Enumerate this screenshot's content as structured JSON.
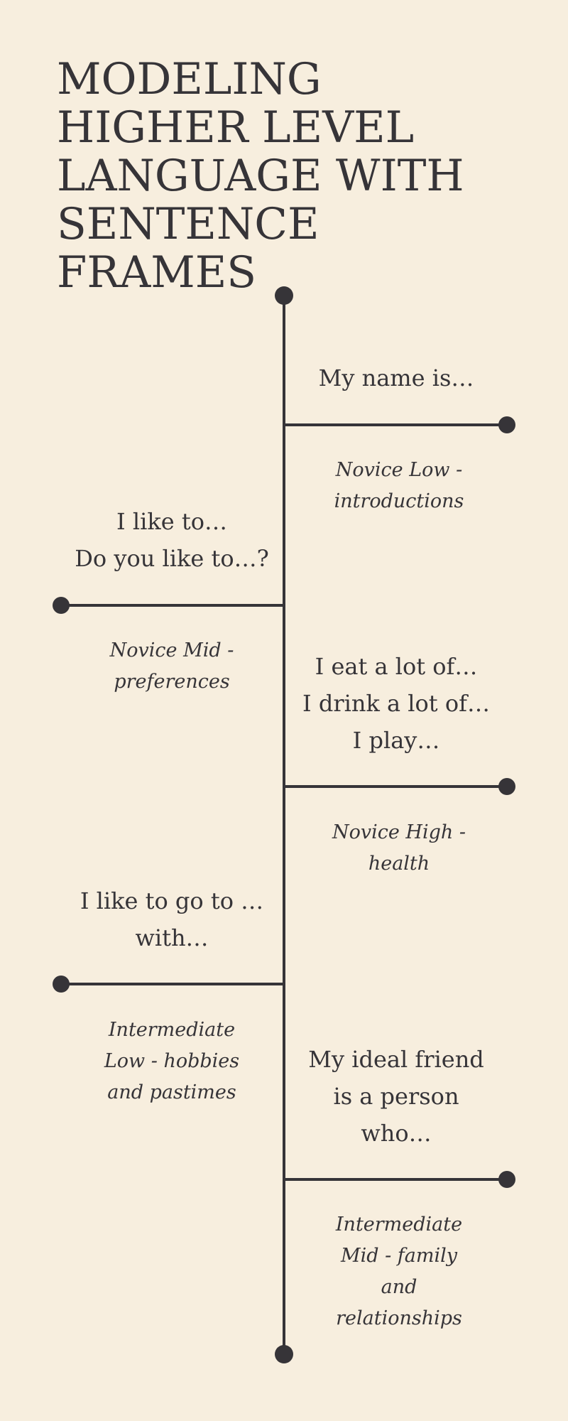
{
  "title": {
    "lines": [
      "MODELING",
      "HIGHER LEVEL",
      "LANGUAGE WITH",
      "SENTENCE",
      "FRAMES"
    ]
  },
  "items": [
    {
      "side": "right",
      "phrase": [
        "My name is…"
      ],
      "level": [
        "Novice Low -",
        "introductions"
      ]
    },
    {
      "side": "left",
      "phrase": [
        "I like to…",
        "Do you like to…?"
      ],
      "level": [
        "Novice Mid -",
        "preferences"
      ]
    },
    {
      "side": "right",
      "phrase": [
        "I eat a lot of…",
        "I drink a lot of…",
        "I play…"
      ],
      "level": [
        "Novice High -",
        "health"
      ]
    },
    {
      "side": "left",
      "phrase": [
        "I like to go to …",
        "with…"
      ],
      "level": [
        "Intermediate",
        "Low - hobbies",
        "and pastimes"
      ]
    },
    {
      "side": "right",
      "phrase": [
        "My ideal friend",
        "is a person",
        "who…"
      ],
      "level": [
        "Intermediate",
        "Mid - family",
        "and",
        "relationships"
      ]
    }
  ],
  "colors": {
    "background": "#f7eede",
    "ink": "#363438"
  }
}
